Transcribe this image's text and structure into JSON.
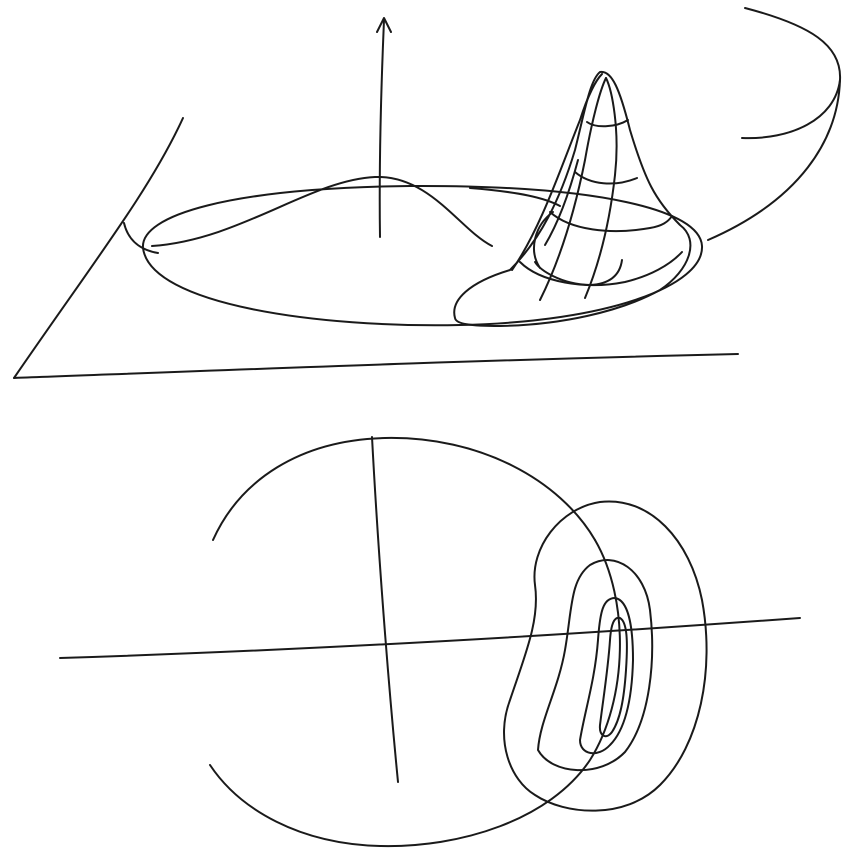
{
  "diagram": {
    "ink_color": "#1a1a1a",
    "background_color": "#ffffff",
    "panels": [
      {
        "name": "surface-plot-3d",
        "description_type": "perspective view of a plane with a circular domain, a low bump at the center and a tall skewed peak at the right edge"
      },
      {
        "name": "contour-plot-2d",
        "description_type": "top view with coordinate axes, circular domain and nested kidney-shaped contour lines"
      }
    ]
  }
}
